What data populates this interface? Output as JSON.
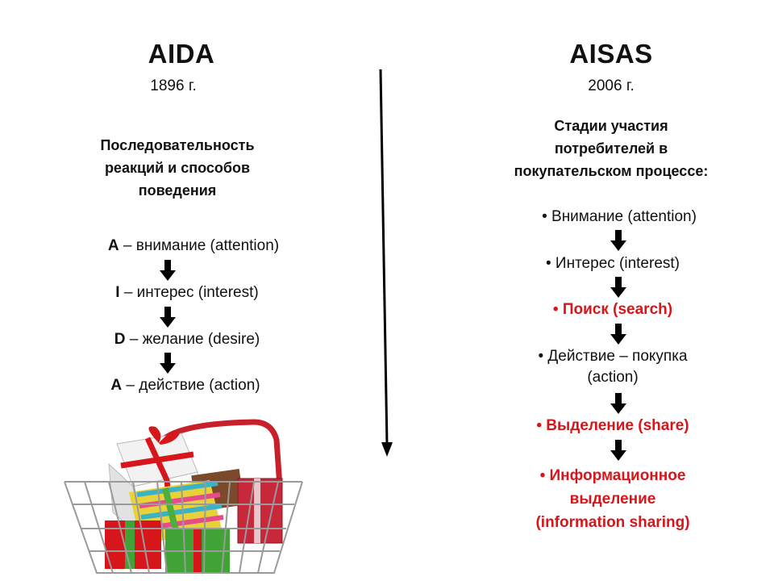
{
  "left": {
    "title": "AIDA",
    "year": "1896 г.",
    "description": [
      "Последовательность",
      "реакций и способов",
      "поведения"
    ],
    "steps": [
      {
        "letter": "A",
        "text": " – внимание (attention)"
      },
      {
        "letter": "I",
        "text": " – интерес (interest)"
      },
      {
        "letter": "D",
        "text": " – желание (desire)"
      },
      {
        "letter": "A",
        "text": " – действие (action)"
      }
    ]
  },
  "right": {
    "title": "AISAS",
    "year": "2006 г.",
    "description": [
      "Стадии участия",
      "потребителей  в",
      "покупательском процессе:"
    ],
    "bullet": "•",
    "steps": [
      {
        "lines": [
          "Внимание (attention)"
        ],
        "highlight": false
      },
      {
        "lines": [
          "Интерес (interest)"
        ],
        "highlight": false
      },
      {
        "lines": [
          "Поиск (search)"
        ],
        "highlight": true
      },
      {
        "lines": [
          "Действие – покупка",
          "(action)"
        ],
        "highlight": false
      },
      {
        "lines": [
          "Выделение (share)"
        ],
        "highlight": true
      },
      {
        "lines": [
          "Информационное",
          "выделение",
          "(information sharing)"
        ],
        "highlight": true
      }
    ]
  },
  "colors": {
    "highlight": "#d6161b",
    "text": "#111111",
    "arrow": "#000000"
  },
  "illustration": {
    "name": "shopping-basket-with-gifts"
  }
}
